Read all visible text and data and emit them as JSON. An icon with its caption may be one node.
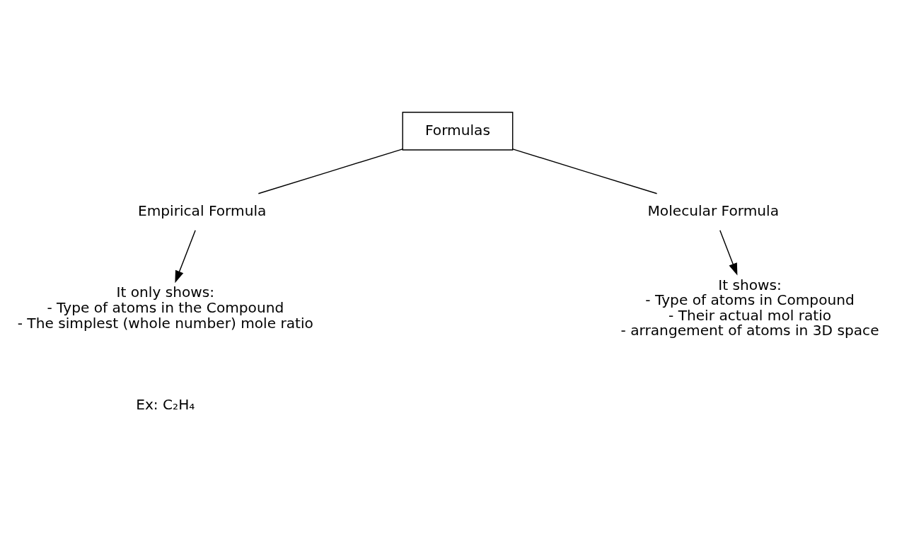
{
  "diagram": {
    "nodes": [
      {
        "text": [
          "Formulas"
        ]
      },
      {
        "text": [
          "Empirical Formula"
        ]
      },
      {
        "text": [
          "It only shows:",
          "- Type of atoms in the Compound",
          "- The simplest (whole number) mole ratio"
        ]
      },
      {
        "text": [
          "Molecular Formula"
        ]
      },
      {
        "text": [
          "It shows:",
          "- Type of atoms in Compound",
          "- Their actual mol ratio",
          "- arrangement of atoms in 3D space"
        ]
      }
    ],
    "edges": [
      {
        "from": 0,
        "to": 1,
        "arrow": "none"
      },
      {
        "from": 0,
        "to": 3,
        "arrow": "none"
      },
      {
        "from": 1,
        "to": 2,
        "arrow": "to"
      },
      {
        "from": 3,
        "to": 4,
        "arrow": "to"
      }
    ],
    "labels": [
      "Ex: C₂H₄"
    ]
  }
}
